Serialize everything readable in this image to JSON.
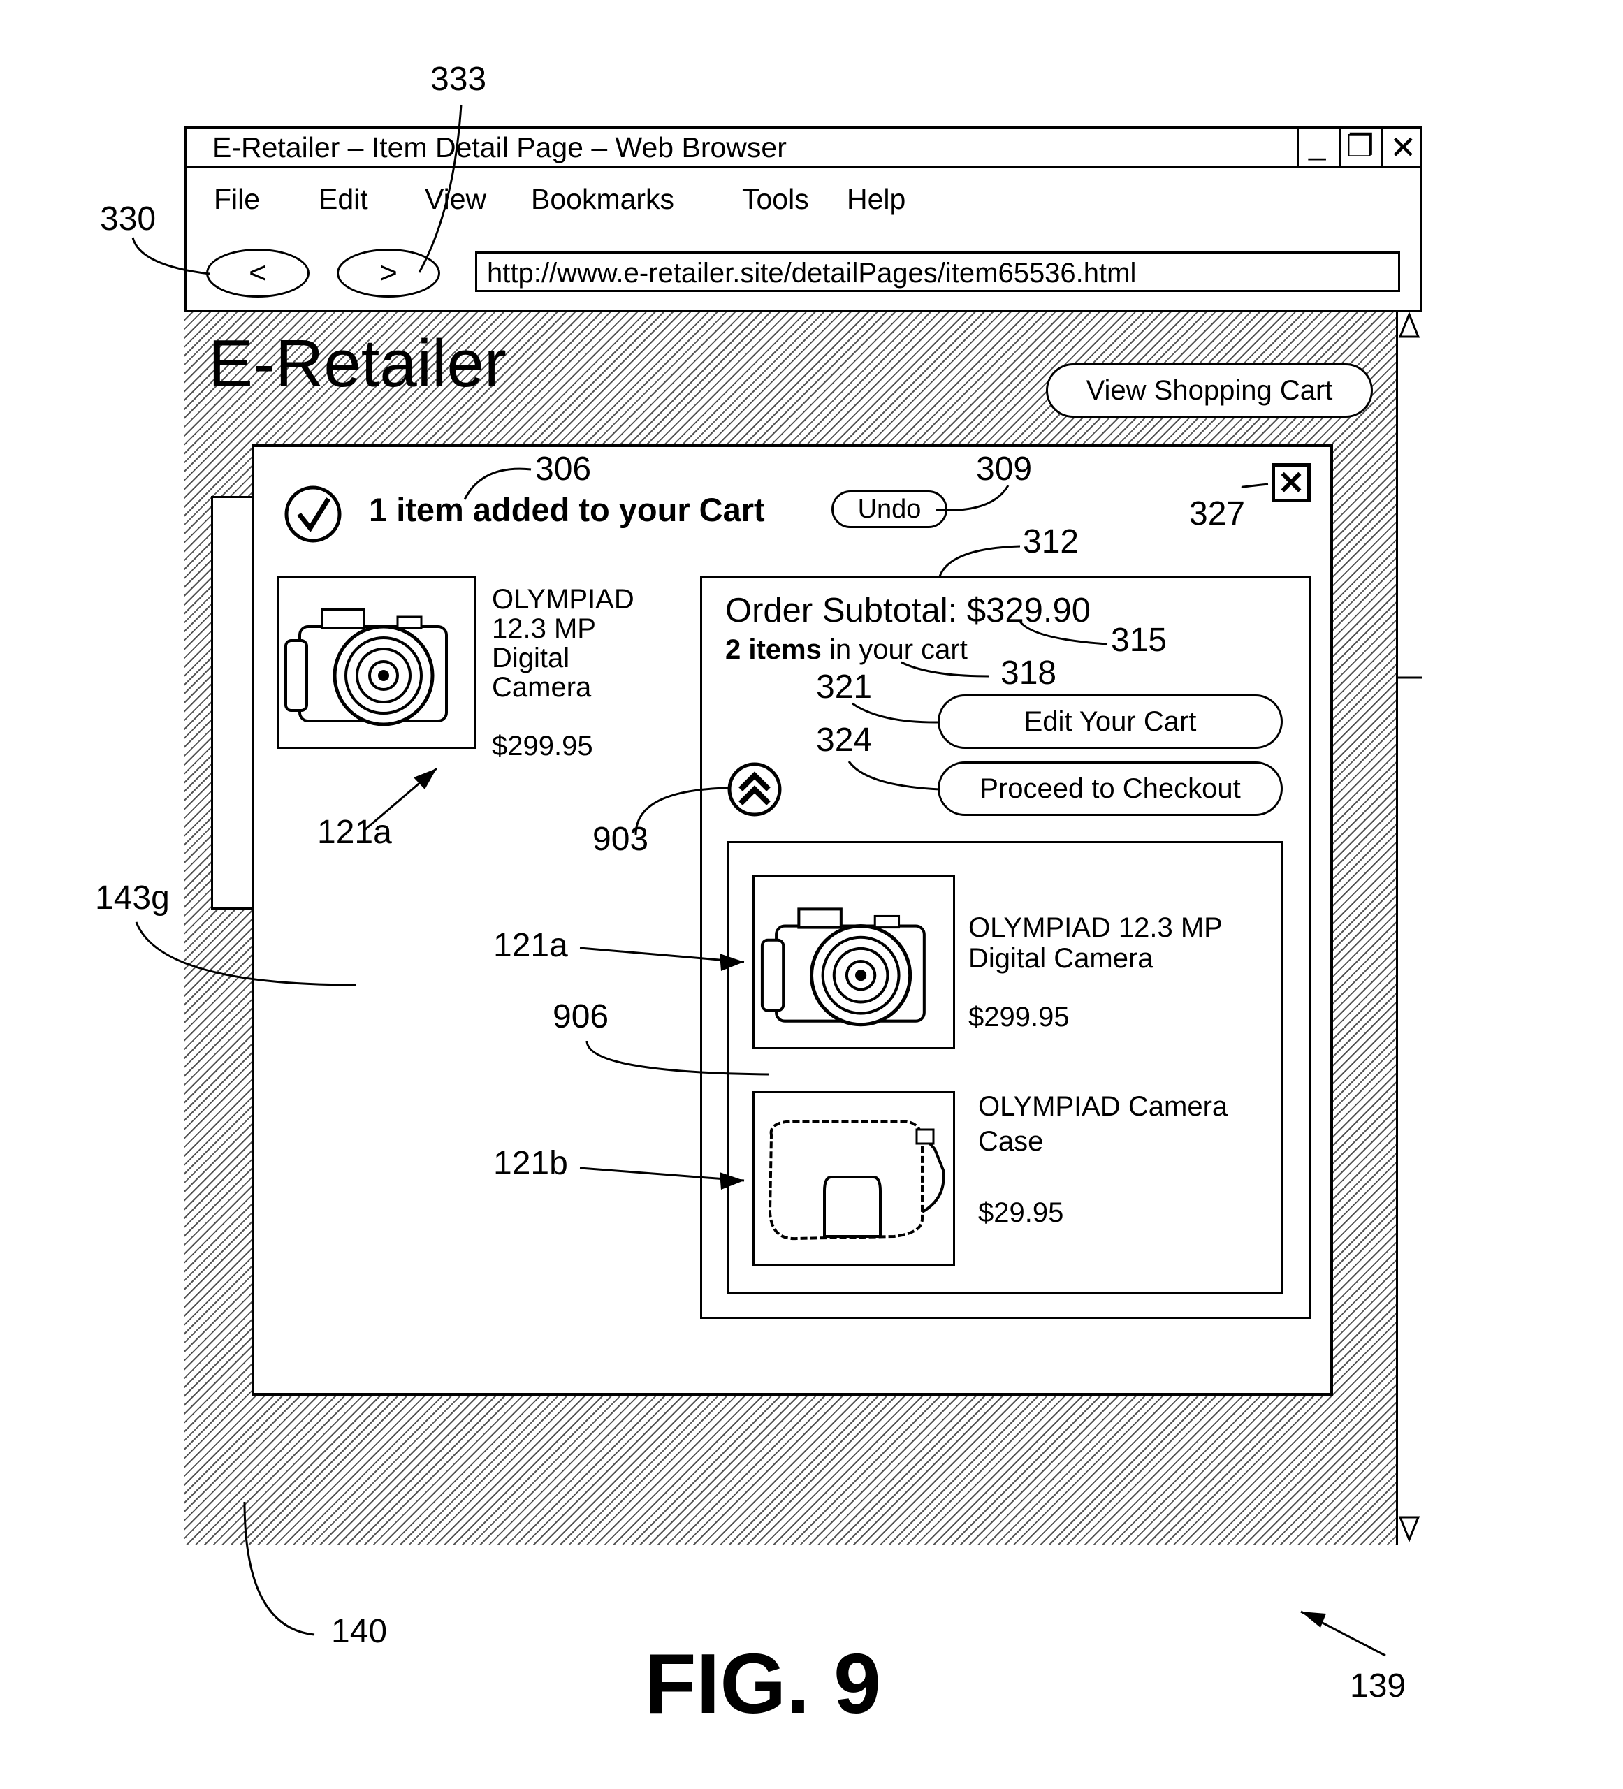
{
  "window": {
    "title": "E-Retailer – Item Detail Page – Web Browser",
    "controls": [
      "_",
      "❐",
      "✕"
    ]
  },
  "menu": [
    "File",
    "Edit",
    "View",
    "Bookmarks",
    "Tools",
    "Help"
  ],
  "nav": {
    "back": "<",
    "forward": ">"
  },
  "address": {
    "url": "http://www.e-retailer.site/detailPages/item65536.html"
  },
  "site": {
    "logo": "E-Retailer",
    "view_cart": "View Shopping Cart"
  },
  "popup": {
    "added_message": "1 item added to your Cart",
    "undo": "Undo",
    "close": "✕",
    "added_item": {
      "name_lines": [
        "OLYMPIAD",
        "12.3 MP",
        "Digital",
        "Camera"
      ],
      "price": "$299.95"
    },
    "summary": {
      "subtotal": "Order Subtotal: $329.90",
      "count_bold": "2 items",
      "count_rest": " in your cart",
      "edit_cart": "Edit Your Cart",
      "checkout": "Proceed to Checkout"
    },
    "cart_items": [
      {
        "name_lines": [
          "OLYMPIAD 12.3 MP",
          "Digital Camera"
        ],
        "price": "$299.95"
      },
      {
        "name_lines": [
          "OLYMPIAD Camera",
          "Case"
        ],
        "price": "$29.95"
      }
    ]
  },
  "references": {
    "r333": "333",
    "r330": "330",
    "r306": "306",
    "r309": "309",
    "r327": "327",
    "r312": "312",
    "r315": "315",
    "r318": "318",
    "r321": "321",
    "r324": "324",
    "r903": "903",
    "r121a_left": "121a",
    "r143g": "143g",
    "r121a_right": "121a",
    "r906": "906",
    "r121b": "121b",
    "r140": "140",
    "r139": "139"
  },
  "figure_caption": "FIG. 9"
}
